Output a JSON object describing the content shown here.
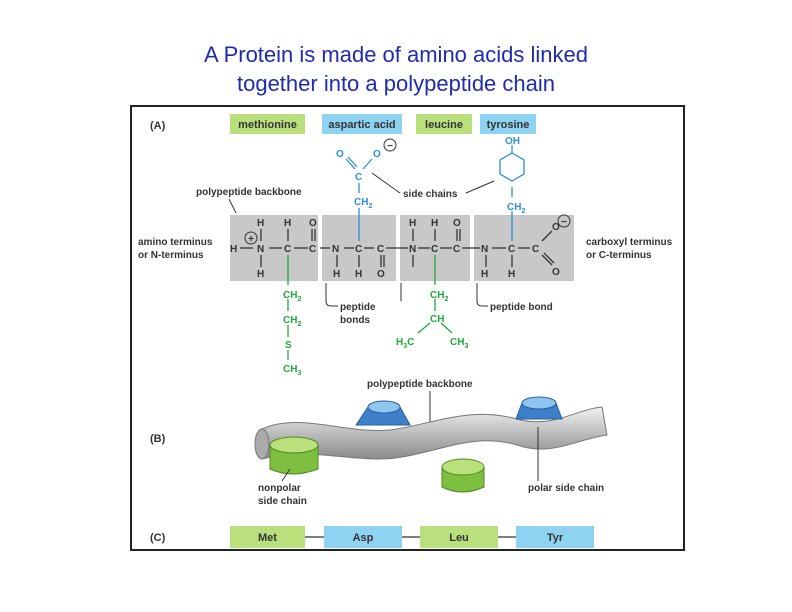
{
  "title_line1": "A Protein is made of amino acids linked",
  "title_line2": "together into a polypeptide chain",
  "panels": {
    "a": "(A)",
    "b": "(B)",
    "c": "(C)"
  },
  "amino_acids": [
    {
      "name": "methionine",
      "abbr": "Met",
      "kind": "nonpolar"
    },
    {
      "name": "aspartic acid",
      "abbr": "Asp",
      "kind": "polar"
    },
    {
      "name": "leucine",
      "abbr": "Leu",
      "kind": "nonpolar"
    },
    {
      "name": "tyrosine",
      "abbr": "Tyr",
      "kind": "polar"
    }
  ],
  "labels": {
    "polypeptide_backbone": "polypeptide backbone",
    "side_chains": "side chains",
    "amino_terminus_1": "amino terminus",
    "amino_terminus_2": "or N-terminus",
    "carboxyl_terminus_1": "carboxyl terminus",
    "carboxyl_terminus_2": "or C-terminus",
    "peptide_bonds_1": "peptide",
    "peptide_bonds_2": "bonds",
    "peptide_bond": "peptide bond",
    "polypeptide_backbone_b": "polypeptide backbone",
    "nonpolar_1": "nonpolar",
    "nonpolar_2": "side chain",
    "polar_side_chain": "polar side chain"
  },
  "atoms": {
    "H": "H",
    "N": "N",
    "C": "C",
    "O": "O",
    "S": "S",
    "CH": "CH",
    "OH": "OH",
    "CH2": "CH",
    "CH3": "CH",
    "H3C": "H",
    "sub2": "2",
    "sub3": "3",
    "H3C_tail": "C",
    "plus": "+",
    "minus": "−"
  },
  "colors": {
    "title": "#1f2bb0",
    "nonpolar_fill": "#b9e07d",
    "polar_fill": "#8fd3f2",
    "backbone_shade": "#c8c8c8",
    "green_atom": "#1ea93a",
    "blue_atom": "#2b8fd6"
  }
}
